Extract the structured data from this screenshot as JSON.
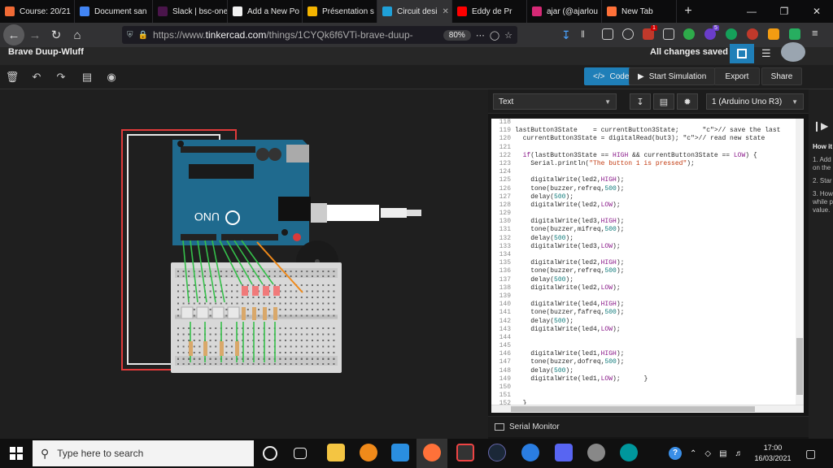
{
  "browser": {
    "tabs": [
      {
        "label": "Course: 20/21",
        "color": "#f06a35"
      },
      {
        "label": "Document san",
        "color": "#4285f4"
      },
      {
        "label": "Slack | bsc-one",
        "color": "#4a154b"
      },
      {
        "label": "Add a New Po",
        "color": "#f2f2f2"
      },
      {
        "label": "Présentation s",
        "color": "#f4b400"
      },
      {
        "label": "Circuit desi",
        "color": "#1fa0d8"
      },
      {
        "label": "Eddy de Pr",
        "color": "#ff0000"
      },
      {
        "label": "ajar (@ajarlou",
        "color": "#d62976"
      },
      {
        "label": "New Tab",
        "color": "#ff7139"
      }
    ],
    "new_tab_symbol": "+",
    "url_prefix": "https://www.",
    "url_domain": "tinkercad.com",
    "url_path": "/things/1CYQk6f6VTi-brave-duup-",
    "zoom": "80%",
    "extension_badges": [
      "1",
      "5"
    ]
  },
  "tinkercad": {
    "doc_name": "Brave Duup-Wluff",
    "save_status": "All changes saved",
    "buttons": {
      "code": "Code",
      "start_simulation": "Start Simulation",
      "export": "Export",
      "share": "Share"
    },
    "code_mode": "Text",
    "device": "1 (Arduino Uno R3)",
    "serial_monitor": "Serial Monitor"
  },
  "code": {
    "line_numbers": [
      "118",
      "119",
      "120",
      "121",
      "122",
      "123",
      "124",
      "125",
      "126",
      "127",
      "128",
      "129",
      "130",
      "131",
      "132",
      "133",
      "134",
      "135",
      "136",
      "137",
      "138",
      "139",
      "140",
      "141",
      "142",
      "143",
      "144",
      "145",
      "146",
      "147",
      "148",
      "149",
      "150",
      "151",
      "152"
    ],
    "lines": [
      "",
      "lastButton3State    = currentButton3State;      // save the last",
      "  currentButton3State = digitalRead(but3); // read new state",
      "",
      "  if(lastButton3State == HIGH && currentButton3State == LOW) {",
      "    Serial.println(\"The button 1 is pressed\");",
      "",
      "    digitalWrite(led2,HIGH);",
      "    tone(buzzer,refreq,500);",
      "    delay(500);",
      "    digitalWrite(led2,LOW);",
      "",
      "    digitalWrite(led3,HIGH);",
      "    tone(buzzer,mifreq,500);",
      "    delay(500);",
      "    digitalWrite(led3,LOW);",
      "",
      "    digitalWrite(led2,HIGH);",
      "    tone(buzzer,refreq,500);",
      "    delay(500);",
      "    digitalWrite(led2,LOW);",
      "",
      "    digitalWrite(led4,HIGH);",
      "    tone(buzzer,fafreq,500);",
      "    delay(500);",
      "    digitalWrite(led4,LOW);",
      "",
      "",
      "    digitalWrite(led1,HIGH);",
      "    tone(buzzer,dofreq,500);",
      "    delay(500);",
      "    digitalWrite(led1,LOW);      }",
      "",
      "",
      "  }"
    ]
  },
  "side_help": {
    "title": "How it",
    "items": [
      "1. Add",
      "on the",
      "2. Star",
      "3. How",
      "while p",
      "value."
    ]
  },
  "taskbar": {
    "search_placeholder": "Type here to search",
    "time": "17:00",
    "date": "16/03/2021"
  }
}
